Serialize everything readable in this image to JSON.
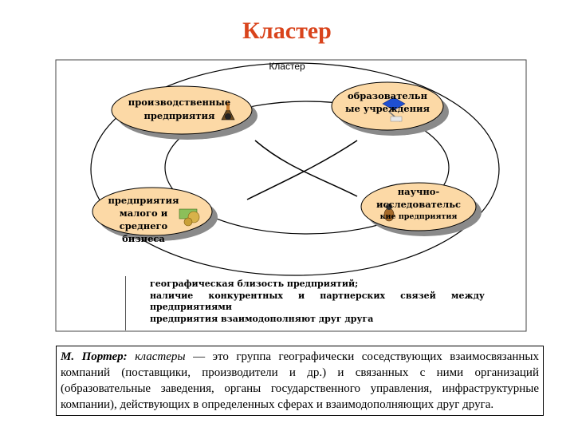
{
  "title": "Кластер",
  "cluster_label": "Кластер",
  "nodes": {
    "production": [
      "производственные",
      "предприятия"
    ],
    "education": [
      "образовательн",
      "ые учреждения"
    ],
    "small_business": [
      "предприятия",
      "малого и",
      "среднего",
      "бизнеса"
    ],
    "research": [
      "научно-",
      "исследовательс",
      "кие предприятия"
    ]
  },
  "features": {
    "line1": "географическая близость предприятий;",
    "line2_words": [
      "наличие",
      "конкурентных",
      "и",
      "партнерских",
      "связей",
      "между"
    ],
    "line3": "предприятиями",
    "line4": "предприятия взаимодополняют друг друга"
  },
  "definition": {
    "author": "М. Портер:",
    "term": "кластеры",
    "text": " — это группа географически соседствующих взаимосвязанных компаний (поставщики, производители и др.) и связанных с ними организаций (образовательные заведения, органы государственного управления, инфраструктурные компании), действующих в определенных сферах и взаимодополняющих друг друга."
  },
  "colors": {
    "title": "#d9441c",
    "node_fill": "#fcd9a6",
    "node_shadow": "#8a8a8a"
  }
}
